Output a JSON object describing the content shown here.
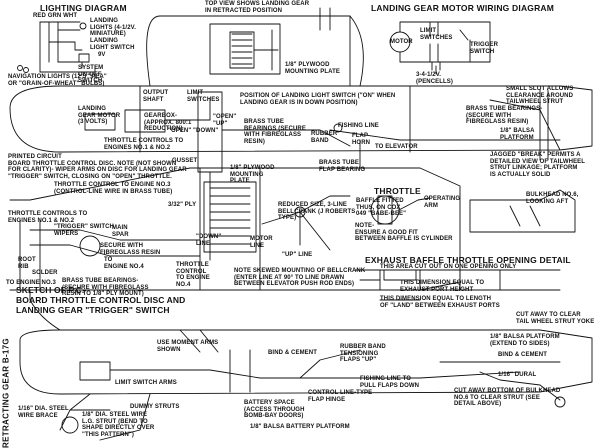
{
  "headings": {
    "lighting": "LIGHTING DIAGRAM",
    "motor_wiring": "LANDING GEAR MOTOR WIRING DIAGRAM",
    "throttle": "THROTTLE",
    "exhaust": "EXHAUST BAFFLE THROTTLE OPENING DETAIL",
    "sketch_pc": "SKETCH OF P.C.\nBOARD THROTTLE CONTROL DISC AND\nLANDING GEAR \"TRIGGER\" SWITCH",
    "retracting": "RETRACTING GEAR B-17G"
  },
  "lighting": {
    "wire_colors": "RED GRN WHT",
    "landing_lights": "LANDING\nLIGHTS (4-1/2V.\nMINIATURE)",
    "landing_switch": "LANDING\nLIGHT SWITCH",
    "battery": "9V",
    "system_switch": "SYSTEM\nON-OFF\nSWITCH",
    "nav_lights": "NAVIGATION LIGHTS (12's \"PEA\"\nOR \"GRAIN-OF-WHEAT\" BULBS)"
  },
  "motor": {
    "motor": "MOTOR",
    "limit_switches": "LIMIT\nSWITCHES",
    "trigger_switch": "TRIGGER\nSWITCH",
    "battery": "3-4-1/2V.\n(PENCELLS)"
  },
  "top": {
    "top_view": "TOP VIEW SHOWS LANDING GEAR\nIN RETRACTED POSITION",
    "plywood_plate": "1/8\" PLYWOOD\nMOUNTING PLATE"
  },
  "fuselage": {
    "lg_motor": "LANDING\nGEAR MOTOR\n(3 VOLTS)",
    "output_shaft": "OUTPUT\nSHAFT",
    "limit_switches": "LIMIT\nSWITCHES",
    "gearbox": "GEARBOX-\n(APPROX. 800:1\nREDUCTION)",
    "open_down": "\"OPEN\" \"DOWN\"",
    "open_up": "\"OPEN\"\n\"UP\"",
    "position_note": "POSITION OF LANDING LIGHT SWITCH (\"ON\" WHEN\nLANDING GEAR IS IN DOWN POSITION)",
    "brass_bearings_1": "BRASS TUBE\nBEARINGS (SECURE\nWITH FIBREGLASS\nRESIN)",
    "rubber_band": "RUBBER\nBAND",
    "fishing_line": "FISHING LINE",
    "flap_horn": "FLAP\nHORN",
    "to_elevator": "TO ELEVATOR",
    "small_slot": "SMALL SLOT ALLOWS\nCLEARANCE AROUND\nTAILWHEEL STRUT",
    "brass_bearings_2": "BRASS TUBE BEARINGS-\n(SECURE WITH\nFIBREGLASS RESIN)",
    "balsa_platform": "1/8\" BALSA\nPLATFORM",
    "jagged": "JAGGED \"BREAK\" PERMITS A\nDETAILED VIEW OF TAILWHEEL\nSTRUT LINKAGE; PLATFORM\nIS ACTUALLY SOLID",
    "printed_circuit": "PRINTED CIRCUIT\nBOARD THROTTLE CONTROL DISC. NOTE (NOT SHOWN\nFOR CLARITY)- WIPER ARMS ON DISC FOR LANDING GEAR\n\"TRIGGER\" SWITCH, CLOSING ON \"OPEN\" THROTTLE.",
    "throttle_1_2": "THROTTLE CONTROLS TO\nENGINES NO.1 & NO.2",
    "gusset": "GUSSET",
    "plywood_plate_2": "1/8\" PLYWOOD\nMOUNTING\nPLATE",
    "throttle_3": "THROTTLE CONTROL TO ENGINE NO.3\n(CONTROL-LINE WIRE IN BRASS TUBE)",
    "brass_flap": "BRASS TUBE\nFLAP BEARING",
    "ply_3_32": "3/32\" PLY",
    "throttle_1_2b": "THROTTLE CONTROLS TO\nENGINES NO.1 & NO.2",
    "trigger_wipers": "\"TRIGGER\" SWITCH\nWIPERS",
    "main_spar": "MAIN\nSPAR",
    "fibreglass": "SECURE WITH\nFIBREGLASS RESIN",
    "root_rib": "ROOT\nRIB",
    "solder": "SOLDER",
    "to_engine_4": "TO\nENGINE NO.4",
    "to_engine_3": "TO ENGINE NO.3",
    "brass_tube_bearings_3": "BRASS TUBE BEARINGS-\n(SECURE WITH FIBREGLASS\nRESIN TO 1/8\" PLY MOUNT)",
    "down_line": "\"DOWN\"\nLINE",
    "throttle_to_engine_4": "THROTTLE\nCONTROL\nTO ENGINE\nNO.4",
    "reduced_size": "REDUCED SIZE, 3-LINE\nBELLCRANK (J ROBERTS\nTYPE)",
    "up_line": "\"UP\" LINE",
    "motor_line": "MOTOR\nLINE",
    "skewed_note": "NOTE SKEWED MOUNTING OF BELLCRANK\n(ENTER LINE AT 90° TO LINE DRAWN\nBETWEEN ELEVATOR PUSH ROD ENDS)"
  },
  "throttle": {
    "baffle": "BAFFLE FITTED\nTHUS, ON COX\n049 \"BABE-BEE\"",
    "operating_arm": "OPERATING\nARM",
    "note": "NOTE-\nENSURE A GOOD FIT\nBETWEEN BAFFLE IS CYLINDER",
    "bulkhead": "BULKHEAD NO.6,\nLOOKING AFT"
  },
  "exhaust": {
    "cut_out": "THIS AREA CUT OUT ON ONE OPENING ONLY",
    "equal_exhaust": "THIS DIMENSION EQUAL TO\nEXHAUST PORT HEIGHT",
    "equal_land": "THIS DIMENSION EQUAL TO LENGTH\nOF \"LAND\" BETWEEN EXHAUST PORTS"
  },
  "bottom": {
    "use_moment": "USE MOMENT ARMS\nSHOWN",
    "bind_cement": "BIND & CEMENT",
    "rubber_band": "RUBBER BAND\nTENSIONING\nFLAPS \"UP\"",
    "limit_arms": "LIMIT SWITCH ARMS",
    "fishing_line": "FISHING LINE TO\nPULL FLAPS DOWN",
    "control_line": "CONTROL LINE-TYPE\nFLAP HINGE",
    "dummy_struts": "DUMMY STRUTS",
    "steel_brace": "1/16\" DIA. STEEL\nWIRE BRACE",
    "lg_strut": "1/8\" DIA. STEEL WIRE\nL.G. STRUT (BEND TO\nSHAPE DIRECTLY OVER\n\"THIS PATTERN\")",
    "battery_space": "BATTERY SPACE\n(ACCESS THROUGH\nBOMB-BAY DOORS)",
    "balsa_platform": "1/8\" BALSA BATTERY PLATFORM",
    "balsa_platform_ext": "1/8\" BALSA PLATFORM\n(EXTEND TO SIDES)",
    "bind_cement_2": "BIND & CEMENT",
    "dural": "1/16\" DURAL",
    "cut_away_clear": "CUT AWAY TO CLEAR\nTAIL WHEEL STRUT YOKE",
    "cut_away_bottom": "CUT AWAY BOTTOM OF BULKHEAD\nNO.6 TO CLEAR STRUT (SEE\nDETAIL ABOVE)"
  }
}
